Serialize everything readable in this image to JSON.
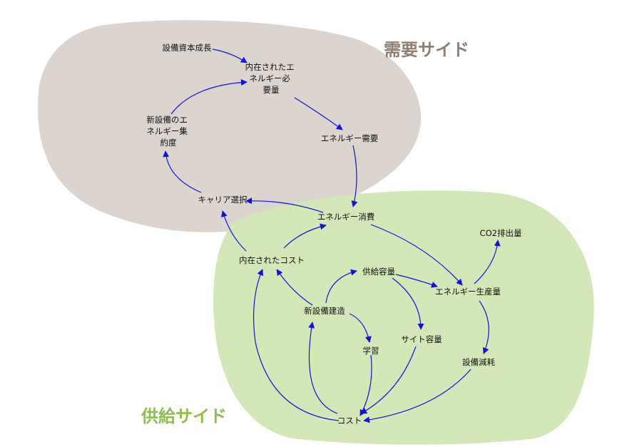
{
  "regions": {
    "demand": {
      "title": "需要サイド",
      "fill": "#dbd4cf",
      "title_color": "#8f7d72"
    },
    "supply": {
      "title": "供給サイド",
      "fill": "#d3e8b6",
      "title_color": "#8cc04a"
    }
  },
  "nodes": {
    "capital_growth": [
      "設備資本成長"
    ],
    "embodied_need": [
      "内在されたエ",
      "ネルギー必",
      "要量"
    ],
    "new_intensity": [
      "新設備のエ",
      "ネルギー集",
      "約度"
    ],
    "energy_demand": [
      "エネルギー需要"
    ],
    "carrier_choice": [
      "キャリア選択"
    ],
    "energy_consumption": [
      "エネルギー消費"
    ],
    "embodied_cost": [
      "内在されたコスト"
    ],
    "supply_capacity": [
      "供給容量"
    ],
    "co2": [
      "CO2排出量"
    ],
    "energy_production": [
      "エネルギー生産量"
    ],
    "new_construction": [
      "新設備建造"
    ],
    "site_capacity": [
      "サイト容量"
    ],
    "learning": [
      "学習"
    ],
    "retirement": [
      "設備減耗"
    ],
    "cost": [
      "コスト"
    ]
  },
  "colors": {
    "link": "#1010e0",
    "text": "#111111"
  }
}
